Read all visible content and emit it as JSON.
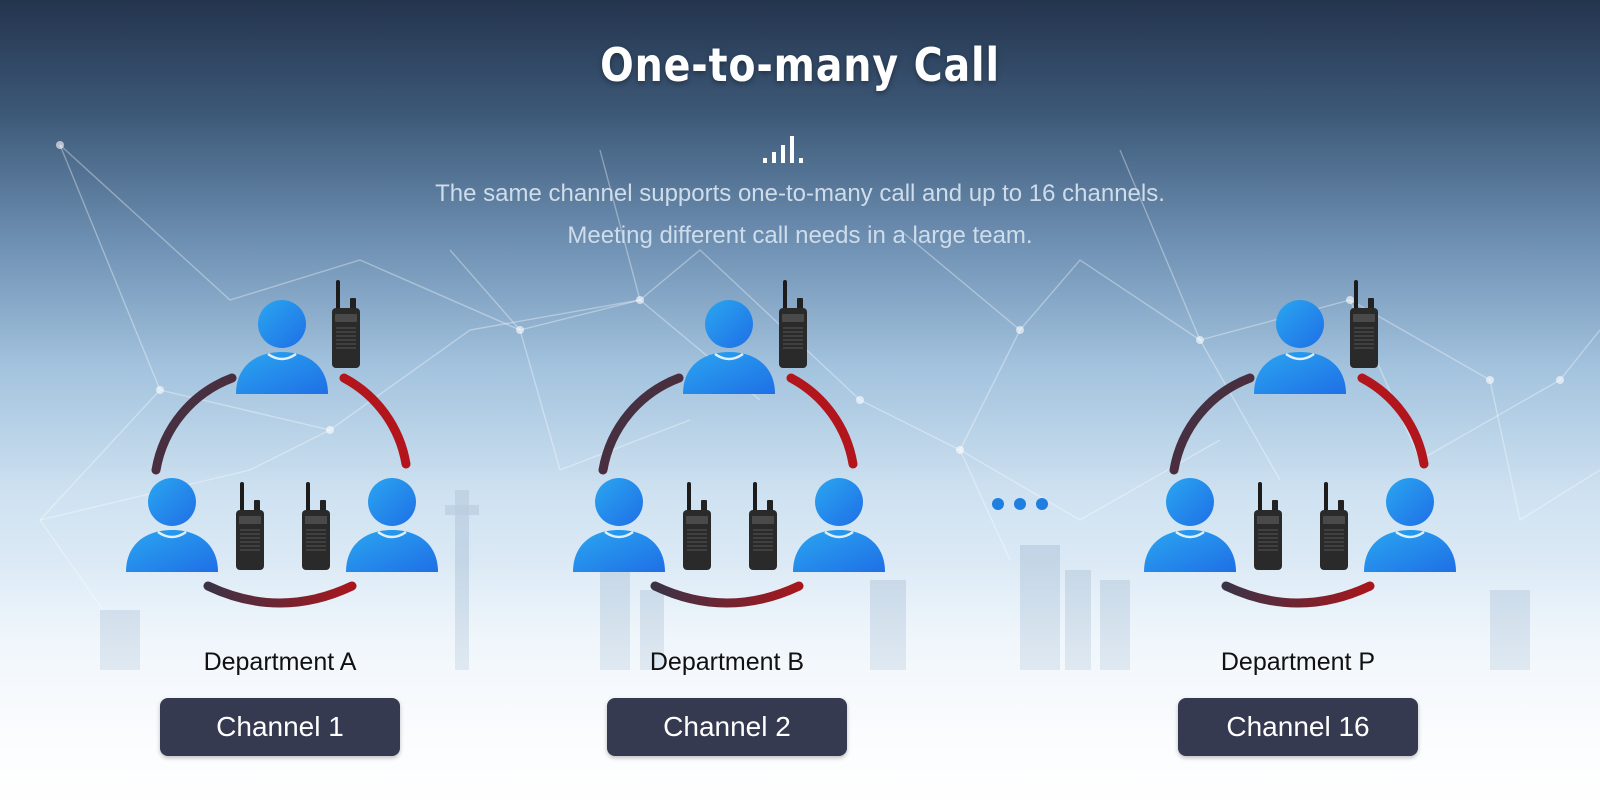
{
  "title": "One-to-many Call",
  "subtitle_line1": "The same channel supports one-to-many call and up to 16 channels.",
  "subtitle_line2": "Meeting different call needs in a large team.",
  "groups": [
    {
      "department": "Department A",
      "channel": "Channel 1"
    },
    {
      "department": "Department B",
      "channel": "Channel 2"
    },
    {
      "department": "Department P",
      "channel": "Channel 16"
    }
  ],
  "icons": {
    "signal": "signal-bars-icon",
    "person": "person-icon",
    "radio": "walkie-talkie-icon",
    "more": "ellipsis-icon"
  },
  "colors": {
    "person_blue_light": "#2aa6f0",
    "person_blue_dark": "#1f6fe6",
    "arc_dark": "#3a3346",
    "arc_red": "#b3151c",
    "channel_bg": "#363a51",
    "dots": "#1f7fe0"
  }
}
